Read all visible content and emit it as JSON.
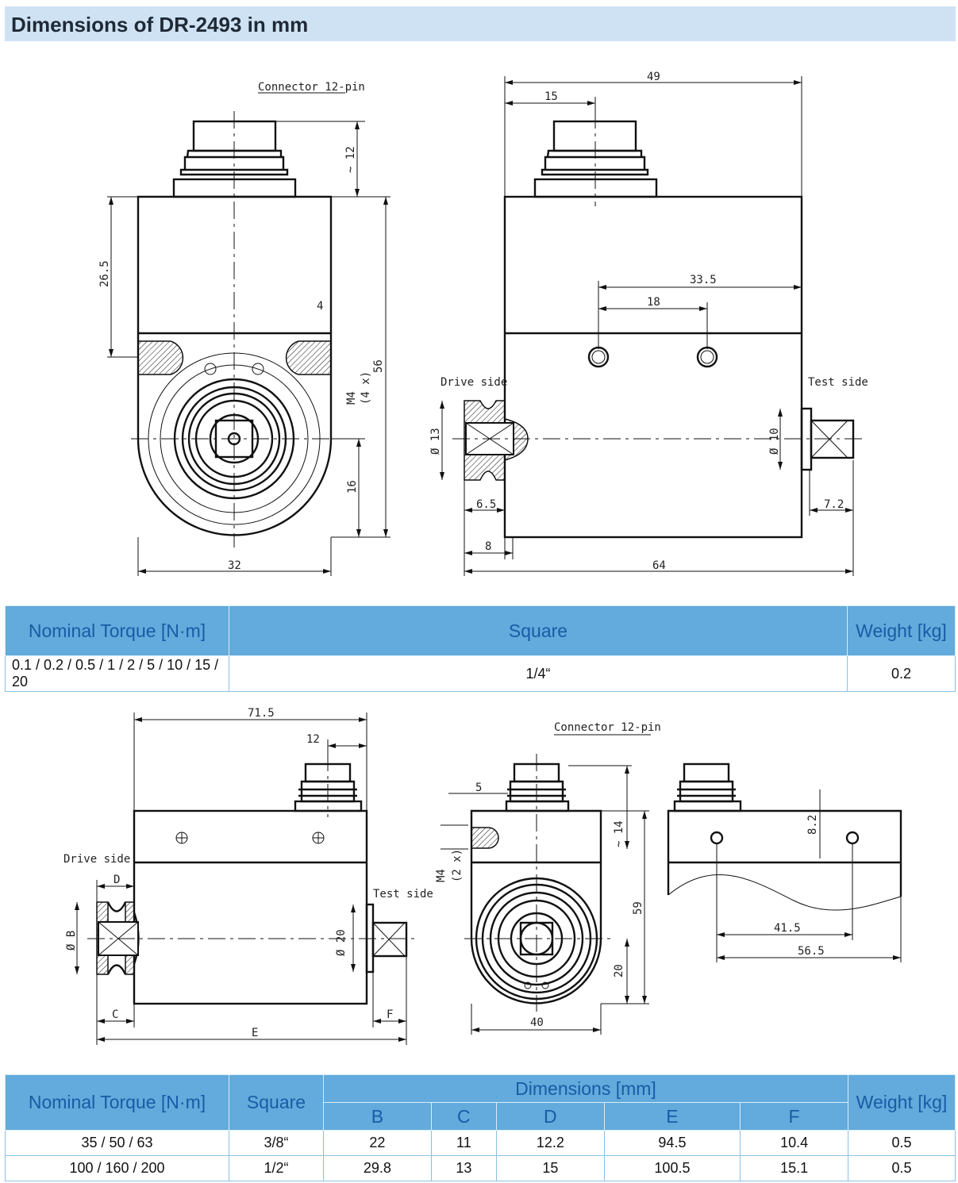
{
  "title": "Dimensions of DR-2493 in mm",
  "drawing_top": {
    "connector_label": "Connector 12-pin",
    "drive_side": "Drive side",
    "test_side": "Test side",
    "thread_label": "M4",
    "thread_count": "(4 x)",
    "dims": {
      "d12": "~ 12",
      "d26_5": "26.5",
      "d4": "4",
      "d56": "56",
      "d16": "16",
      "d32": "32",
      "d49": "49",
      "d15": "15",
      "d33_5": "33.5",
      "d18": "18",
      "dia13": "Ø 13",
      "dia10": "Ø 10",
      "d6_5": "6.5",
      "d8": "8",
      "d64": "64",
      "d7_2": "7.2"
    }
  },
  "table_small": {
    "headers": [
      "Nominal Torque [N·m]",
      "Square",
      "Weight [kg]"
    ],
    "row": [
      "0.1 / 0.2 / 0.5 / 1 / 2 / 5 / 10 / 15 / 20",
      "1/4“",
      "0.2"
    ]
  },
  "drawing_bottom": {
    "connector_label": "Connector 12-pin",
    "drive_side": "Drive side",
    "test_side": "Test side",
    "thread_label": "M4",
    "thread_count": "(2 x)",
    "dims": {
      "d71_5": "71.5",
      "d12": "12",
      "D": "D",
      "diaB": "Ø B",
      "C": "C",
      "E": "E",
      "F": "F",
      "dia20": "Ø 20",
      "d5": "5",
      "d14": "~ 14",
      "d59": "59",
      "d20": "20",
      "d40": "40",
      "d8_2": "8.2",
      "d41_5": "41.5",
      "d56_5": "56.5"
    }
  },
  "table_large": {
    "headers": {
      "torque": "Nominal Torque [N·m]",
      "square": "Square",
      "dimensions": "Dimensions [mm]",
      "weight": "Weight [kg]",
      "cols": [
        "B",
        "C",
        "D",
        "E",
        "F"
      ]
    },
    "rows": [
      [
        "35 / 50 / 63",
        "3/8“",
        "22",
        "11",
        "12.2",
        "94.5",
        "10.4",
        "0.5"
      ],
      [
        "100 / 160 / 200",
        "1/2“",
        "29.8",
        "13",
        "15",
        "100.5",
        "15.1",
        "0.5"
      ]
    ]
  }
}
